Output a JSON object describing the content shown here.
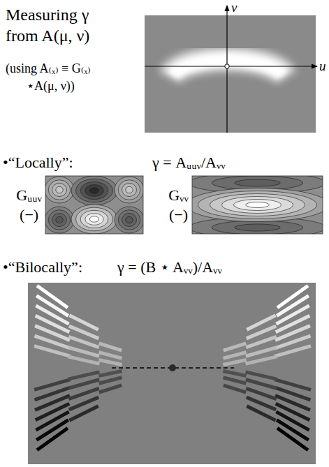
{
  "diagram": {
    "title": "Measuring γ from A(μ, ν)",
    "nodes": [
      {
        "text": [
          "Gᵤᵤᵥ",
          "(−)"
        ]
      },
      {
        "text": [
          "Gᵥᵥ",
          "(−)"
        ]
      }
    ],
    "labels": [
      "v",
      "u",
      "(using A₍ₓ₎ ≡ G₍ₓ₎⋆A(μ, ν))",
      "•“Locally”:",
      "γ = Aᵤᵤᵥ/Aᵥᵥ",
      "•“Bilocally”:",
      "γ = (B ⋆ Aᵥᵥ)/Aᵥᵥ"
    ]
  }
}
